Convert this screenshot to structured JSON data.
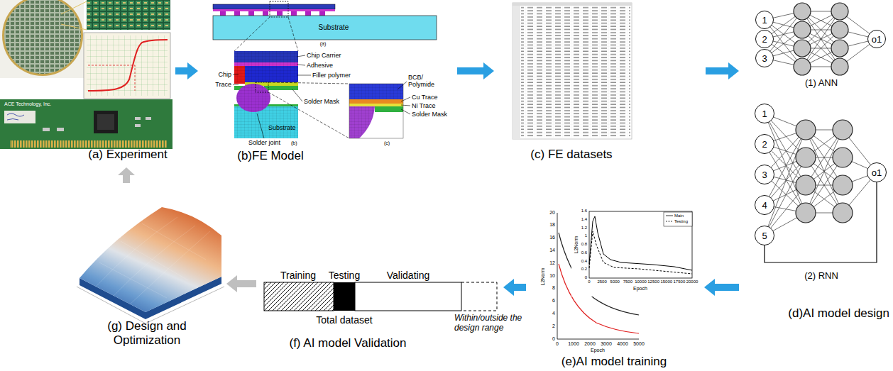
{
  "diagram": {
    "nodes": [
      {
        "text": [
          "(a) Experiment"
        ]
      },
      {
        "text": [
          "(b)FE Model"
        ]
      },
      {
        "text": [
          "(c) FE datasets"
        ]
      },
      {
        "text": [
          "(d)AI model design"
        ]
      },
      {
        "text": [
          "1"
        ],
        "in": 3
      },
      {
        "text": [
          "2"
        ],
        "in": 3
      },
      {
        "text": [
          "3"
        ],
        "in": 3
      },
      {
        "text": [
          "o1"
        ],
        "in": 3
      },
      {
        "text": [
          "1"
        ],
        "in": 3
      },
      {
        "text": [
          "2"
        ],
        "in": 3
      },
      {
        "text": [
          "3"
        ],
        "in": 3
      },
      {
        "text": [
          "4"
        ],
        "in": 3
      },
      {
        "text": [
          "5"
        ],
        "in": 3
      },
      {
        "text": [
          "o1"
        ],
        "in": 3
      },
      {
        "text": [
          "(e)AI model training"
        ]
      },
      {
        "text": [
          "(f) AI model Validation"
        ]
      },
      {
        "text": [
          "(g) Design and Optimization"
        ]
      }
    ],
    "edges": [
      {
        "from": 0,
        "to": 1,
        "arrow": "to"
      },
      {
        "from": 1,
        "to": 2,
        "arrow": "to"
      },
      {
        "from": 2,
        "to": 3,
        "arrow": "to"
      },
      {
        "from": 3,
        "to": 14,
        "arrow": "to"
      },
      {
        "from": 14,
        "to": 15,
        "arrow": "to"
      },
      {
        "from": 15,
        "to": 16,
        "arrow": "to"
      },
      {
        "from": 16,
        "to": 0,
        "arrow": "to"
      },
      {
        "from": 13,
        "to": 12,
        "arrow": "none"
      }
    ],
    "labels": [
      "Substrate",
      "(a)",
      "Chip Carrier",
      "Adhesive",
      "Filler polymer",
      "BCB/ Polymide",
      "Chip",
      "Trace",
      "Solder Mask",
      "Cu Trace",
      "Ni Trace",
      "Solder Mask",
      "Substrate",
      "Solder joint",
      "(b)",
      "(c)",
      "ACE Technology, Inc.",
      "(1) ANN",
      "(2) RNN",
      "L2Norm",
      "Epoch",
      "L2Norm",
      "Epoch",
      "0",
      "0.2",
      "0.4",
      "0.6",
      "0.8",
      "1",
      "1.2",
      "1.4",
      "1.6",
      "0",
      "2500",
      "5000",
      "7500",
      "10000",
      "12500",
      "15000",
      "17500",
      "20000",
      "0",
      "2",
      "4",
      "6",
      "8",
      "10",
      "12",
      "14",
      "16",
      "18",
      "20",
      "0",
      "1000",
      "2000",
      "3000",
      "4000",
      "5000",
      "Training",
      "Testing",
      "Validating",
      "Total dataset",
      "Within/outside the design range"
    ],
    "legend": [
      {
        "text": "Main"
      },
      {
        "text": "Testing"
      }
    ]
  }
}
